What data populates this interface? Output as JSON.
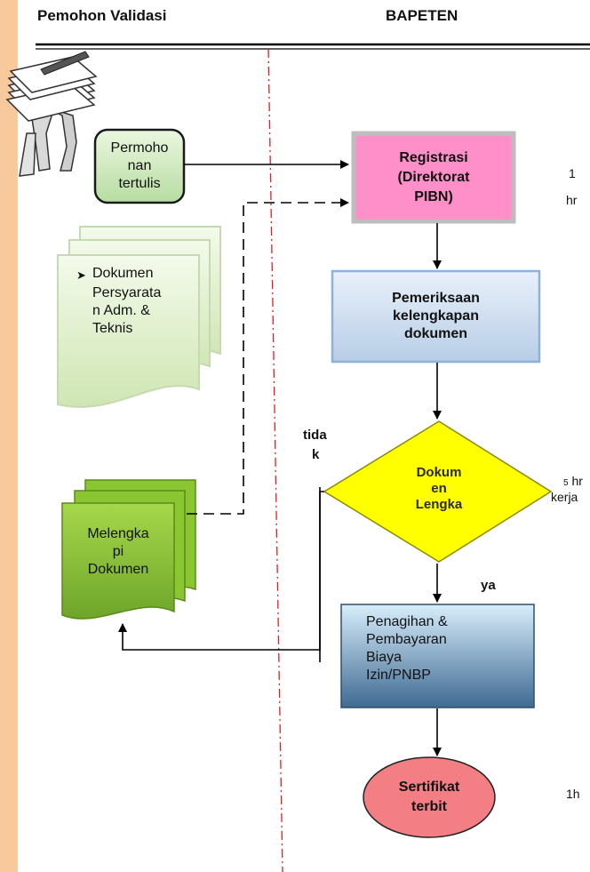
{
  "header": {
    "left_title": "Pemohon Validasi",
    "right_title": "BAPETEN"
  },
  "nodes": {
    "permohonan": [
      "Permoho",
      "nan",
      "tertulis"
    ],
    "registrasi": [
      "Registrasi",
      "(Direktorat",
      "PIBN)"
    ],
    "dokumen": [
      "Dokumen",
      "Persyarata",
      "n Adm. &",
      "Teknis"
    ],
    "pemeriksaan": [
      "Pemeriksaan",
      "kelengkapan",
      "dokumen"
    ],
    "decision": [
      "Dokum",
      "en",
      "Lengka"
    ],
    "melengkapi": [
      "Melengka",
      "pi",
      "Dokumen"
    ],
    "penagihan": [
      "Penagihan &",
      "Pembayaran",
      "Biaya",
      "Izin/PNBP"
    ],
    "sertifikat": [
      "Sertifikat",
      "terbit"
    ]
  },
  "labels": {
    "tidak_1": "tida",
    "tidak_2": "k",
    "ya": "ya"
  },
  "durations": {
    "d1_a": "1",
    "d1_b": "hr",
    "d5_a": "5",
    "d5_b": "hr",
    "d5_c": "kerja",
    "d1h": "1h"
  },
  "colors": {
    "sidebar": "#f8c99c",
    "permohonan": "#d6f0c6",
    "registrasi": "#ff8fc8",
    "dokumen": "#e5f3d2",
    "pemeriksaan": "#d3e2f2",
    "decision": "#ffff00",
    "melengkapi": "#8ac630",
    "penagihan": "#6b94b8",
    "sertifikat": "#f37f85",
    "divider": "#e02020"
  }
}
